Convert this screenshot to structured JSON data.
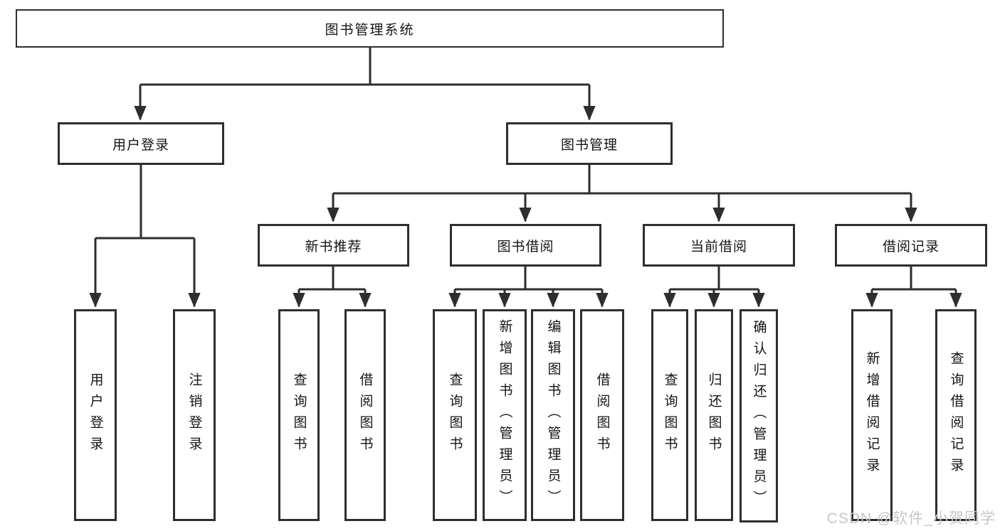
{
  "diagram": {
    "title": "图书管理系统",
    "colors": {
      "line": "#2e2e2e",
      "box_border": "#2e2e2e",
      "text": "#141414",
      "background": "#ffffff",
      "watermark": "#c7c7c7"
    },
    "tree": {
      "root": "图书管理系统",
      "userLogin": {
        "label": "用户登录",
        "leaves": [
          "用户登录",
          "注销登录"
        ]
      },
      "bookMgmt": {
        "label": "图书管理",
        "children": [
          {
            "label": "新书推荐",
            "leaves": [
              "查询图书",
              "借阅图书"
            ]
          },
          {
            "label": "图书借阅",
            "leaves": [
              "查询图书",
              "新增图书（管理员）",
              "编辑图书（管理员）",
              "借阅图书"
            ]
          },
          {
            "label": "当前借阅",
            "leaves": [
              "查询图书",
              "归还图书",
              "确认归还（管理员）"
            ]
          },
          {
            "label": "借阅记录",
            "leaves": [
              "新增借阅记录",
              "查询借阅记录"
            ]
          }
        ]
      }
    },
    "watermark": "CSDN @软件_小贺同学"
  }
}
